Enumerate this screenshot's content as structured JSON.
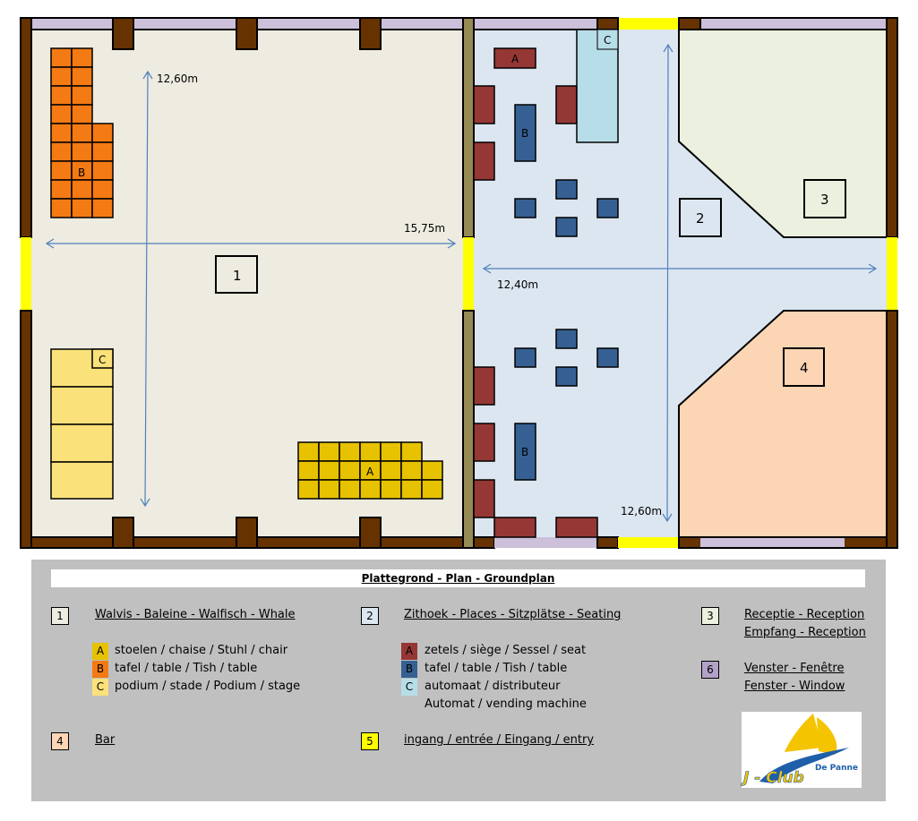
{
  "plan": {
    "room_numbers": [
      "1",
      "2",
      "3",
      "4"
    ],
    "furniture_labels": {
      "room1_tables": "B",
      "room1_chairs": "A",
      "room1_podium": "C",
      "room2_seat": "A",
      "room2_table_top": "B",
      "room2_table_bottom": "B",
      "room2_vending": "C"
    },
    "dimensions": {
      "room1_vertical": "12,60m",
      "room1_horizontal": "15,75m",
      "room2_horizontal": "12,40m",
      "room2_vertical": "12,60m"
    }
  },
  "legend": {
    "title": "Plattegrond - Plan - Groundplan",
    "items": [
      {
        "num": "1",
        "label": "Walvis - Baleine - Walfisch - Whale",
        "sub": [
          {
            "key": "A",
            "text": "stoelen / chaise / Stuhl / chair",
            "color": "#e6c200"
          },
          {
            "key": "B",
            "text": "tafel / table / Tish / table",
            "color": "#f47a14"
          },
          {
            "key": "C",
            "text": "podium / stade / Podium / stage",
            "color": "#fae17a"
          }
        ]
      },
      {
        "num": "2",
        "label": "Zithoek - Places - Sitzplätse - Seating",
        "sub": [
          {
            "key": "A",
            "text": "zetels / siège / Sessel / seat",
            "color": "#953735"
          },
          {
            "key": "B",
            "text": "tafel / table / Tish / table",
            "color": "#366092"
          },
          {
            "key": "C",
            "text": "automaat / distributeur",
            "color": "#b7dde8"
          }
        ],
        "sub_extra": "Automat / vending machine"
      },
      {
        "num": "3",
        "label": "Receptie - Reception",
        "label2": "Empfang - Reception"
      },
      {
        "num": "6",
        "label": "Venster - Fenêtre",
        "label2": "Fenster - Window"
      },
      {
        "num": "4",
        "label": "Bar"
      },
      {
        "num": "5",
        "label": "ingang / entrée / Eingang / entry"
      }
    ]
  },
  "logo": {
    "text": "J - Club",
    "subtext": "De Panne"
  },
  "colors": {
    "room1": "#eeebe0",
    "room2": "#dce6f1",
    "room3": "#ebf1de",
    "room4": "#fcd5b4",
    "wall": "#663300",
    "window": "#ccc0da",
    "entry": "#ffff00",
    "divider": "#968a55"
  }
}
